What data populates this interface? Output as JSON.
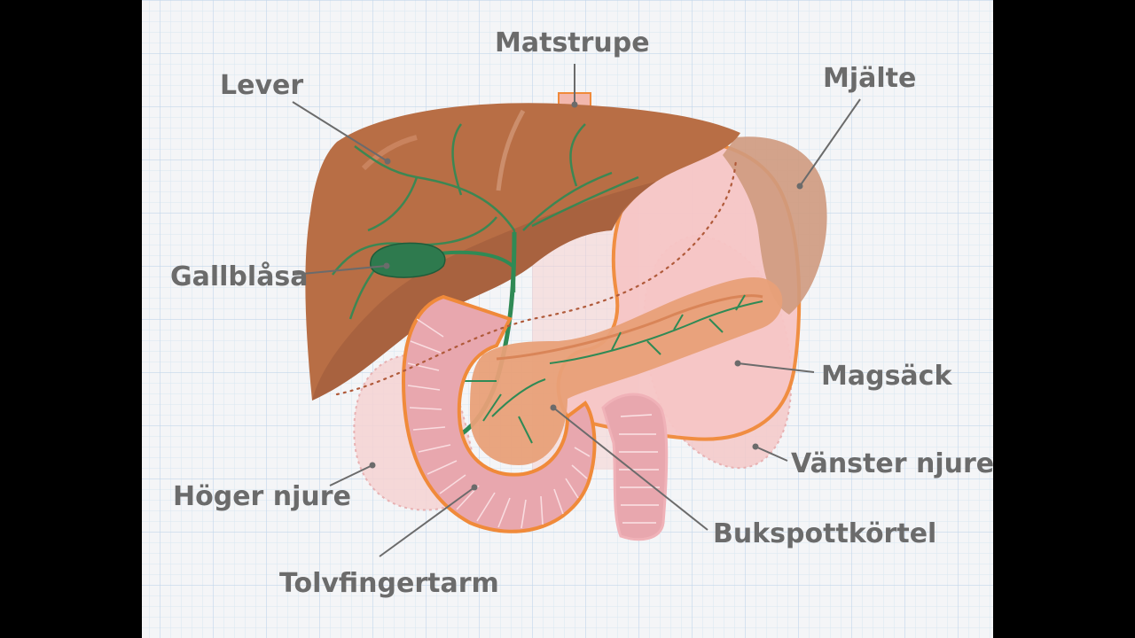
{
  "labels": {
    "esophagus": "Matstrupe",
    "liver": "Lever",
    "spleen": "Mjälte",
    "gallbladder": "Gallblåsa",
    "stomach": "Magsäck",
    "left_kidney": "Vänster njure",
    "right_kidney": "Höger njure",
    "pancreas": "Bukspottkörtel",
    "duodenum": "Tolvfingertarm"
  },
  "colors": {
    "background": "#f4f5f7",
    "grid": "#cfe0ef",
    "liver": "#b86e45",
    "liver_shadow": "#9a5a3a",
    "spleen": "#cf9a7e",
    "stomach_fill": "#f7c9c9",
    "stomach_outline": "#f08a3a",
    "pancreas": "#e8a078",
    "kidney": "#f6d0d0",
    "duodenum": "#e39aa3",
    "bile": "#2f8a55",
    "gallbladder": "#2e7a4e",
    "label": "#6b6b6b",
    "leader": "#6b6b6b"
  }
}
